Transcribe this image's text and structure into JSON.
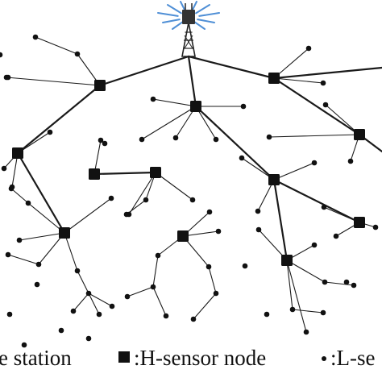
{
  "legend": {
    "base_station_label": "e station",
    "h_sensor_label": ":H-sensor node",
    "l_sensor_label": ":L-se"
  },
  "colors": {
    "line": "#1a1a1a",
    "node": "#111111",
    "antenna_glow": "#4f8fd6"
  },
  "icons": {
    "base_station": "antenna-tower-icon",
    "h_node": "square-icon",
    "l_node": "dot-icon"
  }
}
